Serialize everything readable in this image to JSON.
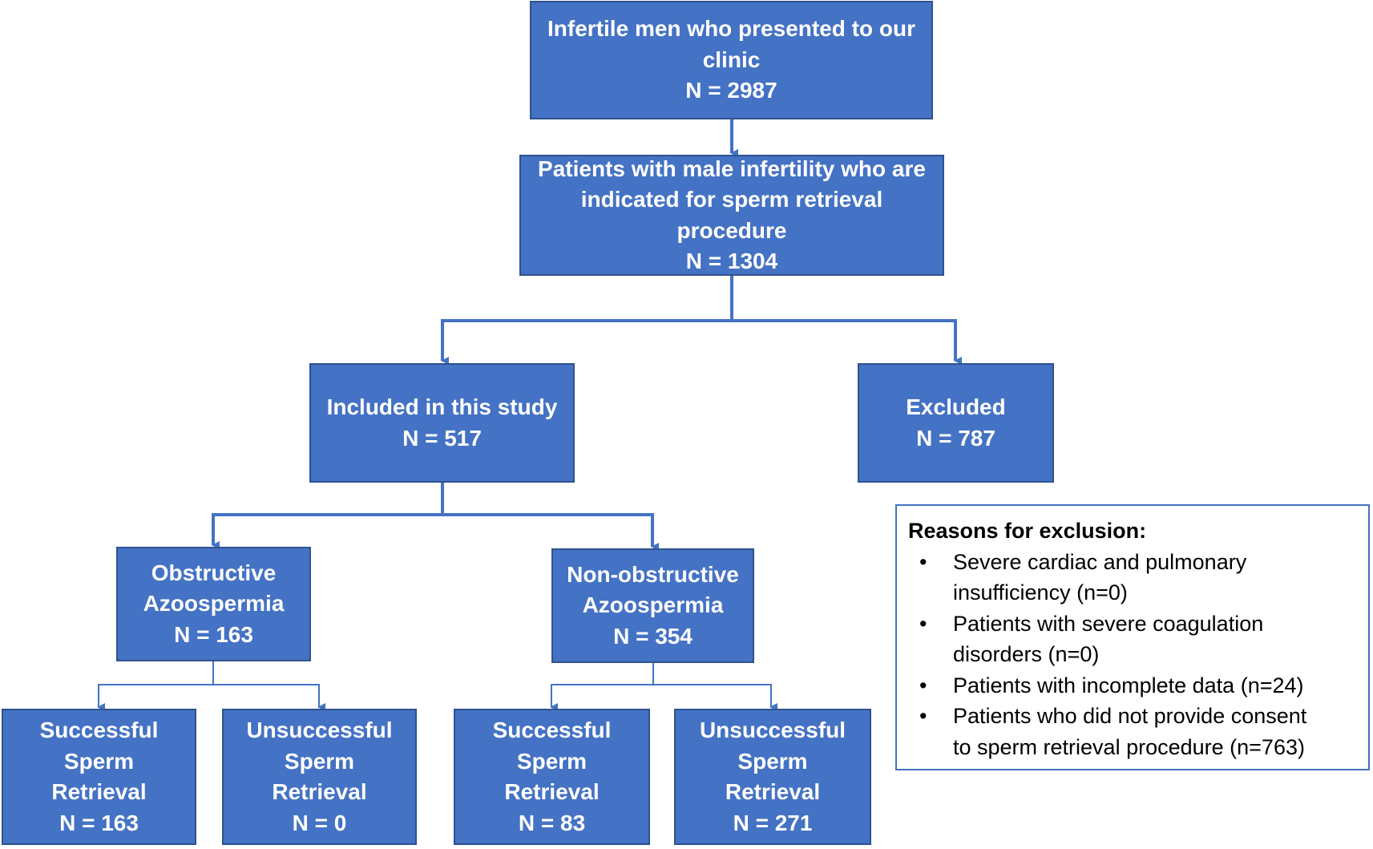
{
  "nodes": {
    "clinic": {
      "lines": [
        "Infertile men who presented to our",
        "clinic",
        "N = 2987"
      ]
    },
    "indicated": {
      "lines": [
        "Patients with male infertility who are",
        "indicated for sperm retrieval",
        "procedure",
        "N = 1304"
      ]
    },
    "included": {
      "lines": [
        "Included in this study",
        "N = 517"
      ]
    },
    "excluded": {
      "lines": [
        "Excluded",
        "N = 787"
      ]
    },
    "obstructive": {
      "lines": [
        "Obstructive",
        "Azoospermia",
        "N = 163"
      ]
    },
    "nonobstructive": {
      "lines": [
        "Non-obstructive",
        "Azoospermia",
        "N = 354"
      ]
    },
    "oa_success": {
      "lines": [
        "Successful",
        "Sperm",
        "Retrieval",
        "N = 163"
      ]
    },
    "oa_fail": {
      "lines": [
        "Unsuccessful",
        "Sperm",
        "Retrieval",
        "N = 0"
      ]
    },
    "noa_success": {
      "lines": [
        "Successful",
        "Sperm",
        "Retrieval",
        "N = 83"
      ]
    },
    "noa_fail": {
      "lines": [
        "Unsuccessful",
        "Sperm",
        "Retrieval",
        "N = 271"
      ]
    }
  },
  "exclusion": {
    "title": "Reasons for exclusion:",
    "items": [
      {
        "line1": "Severe cardiac and pulmonary",
        "line2": "insufficiency (n=0)"
      },
      {
        "line1": "Patients with severe coagulation",
        "line2": "disorders (n=0)"
      },
      {
        "line1": "Patients with incomplete data (n=24)",
        "line2": ""
      },
      {
        "line1": "Patients who did not provide consent",
        "line2": "to sperm retrieval procedure (n=763)"
      }
    ]
  },
  "colors": {
    "box_fill": "#4472C4",
    "box_border": "#2F528F",
    "connector": "#4472C4",
    "text": "#ffffff"
  }
}
